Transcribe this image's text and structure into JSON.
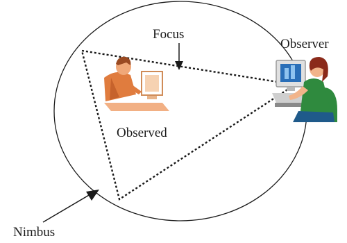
{
  "labels": {
    "focus": "Focus",
    "observer": "Observer",
    "observed": "Observed",
    "nimbus": "Nimbus"
  },
  "icons": {
    "observed": "man-at-computer-icon",
    "observer": "woman-at-computer-icon"
  },
  "colors": {
    "line": "#1a1a1a",
    "observed_figure": "#e8955a",
    "observer_hair": "#8b2a1a",
    "observer_shirt": "#2f8a3e",
    "observer_monitor": "#2a6fb8",
    "observer_skin": "#f2b48a"
  }
}
